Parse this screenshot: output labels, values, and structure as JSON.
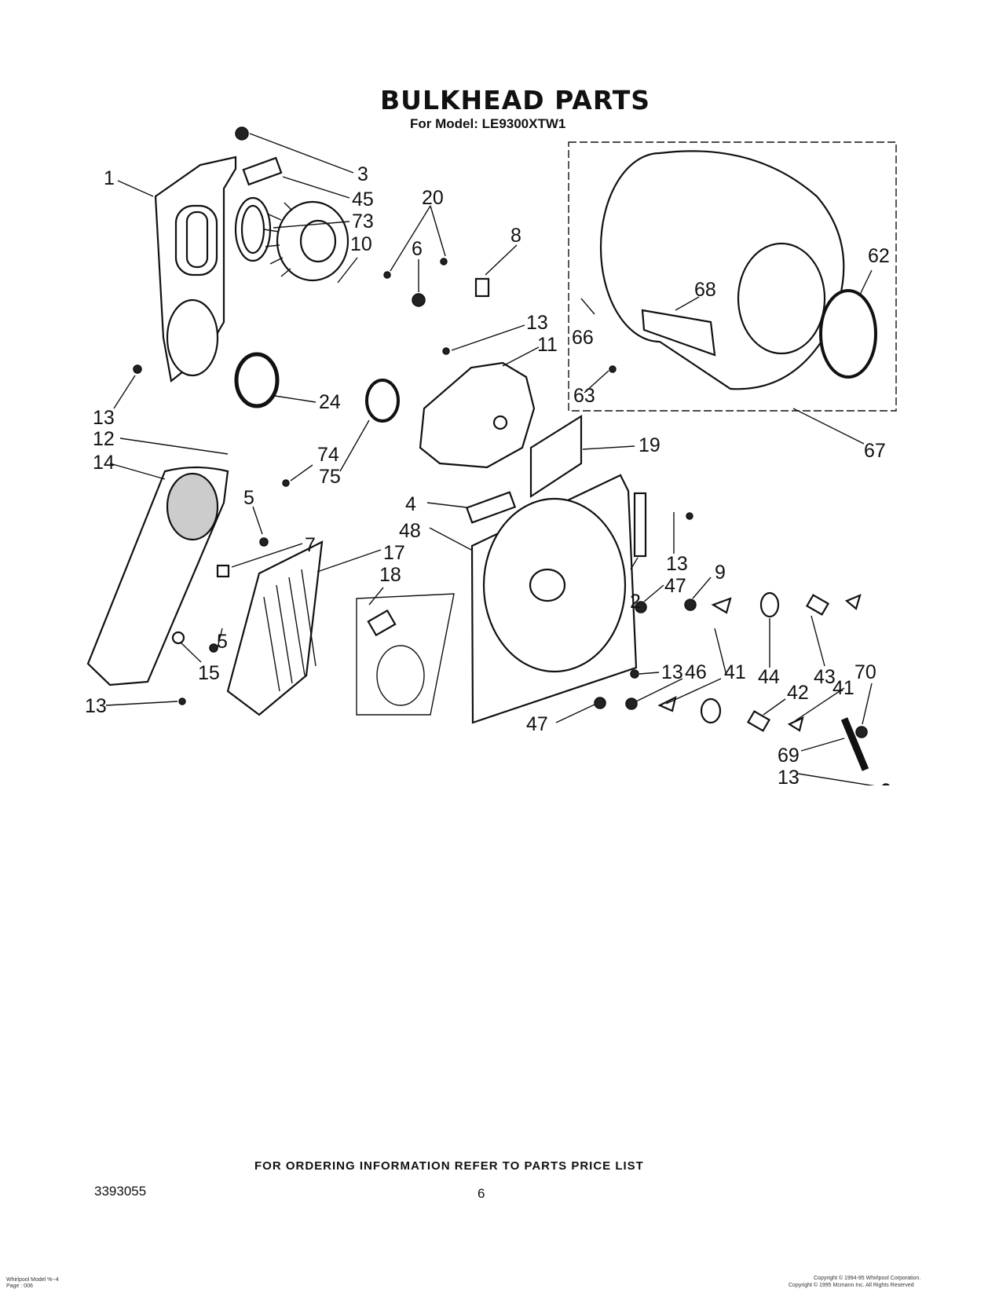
{
  "header": {
    "title": "BULKHEAD PARTS",
    "model": "For Model: LE9300XTW1"
  },
  "callouts": [
    "1",
    "3",
    "45",
    "73",
    "10",
    "20",
    "6",
    "8",
    "13",
    "11",
    "62",
    "68",
    "66",
    "63",
    "67",
    "13",
    "24",
    "12",
    "74",
    "75",
    "14",
    "19",
    "4",
    "5",
    "48",
    "7",
    "17",
    "18",
    "13",
    "9",
    "47",
    "2",
    "5",
    "15",
    "13",
    "13",
    "46",
    "41",
    "44",
    "43",
    "70",
    "42",
    "41",
    "47",
    "69",
    "13"
  ],
  "footer": {
    "ordering_note": "FOR ORDERING INFORMATION REFER TO PARTS PRICE LIST",
    "part_number": "3393055",
    "page_number": "6",
    "left_small_1": "Whirlpool Model %--4",
    "left_small_2": "Page : 006",
    "right_small_1": "Copyright © 1994-95 Whirlpool Corporation.",
    "right_small_2": "Copyright © 1995 Mcmann Inc. All Rights Reserved"
  }
}
